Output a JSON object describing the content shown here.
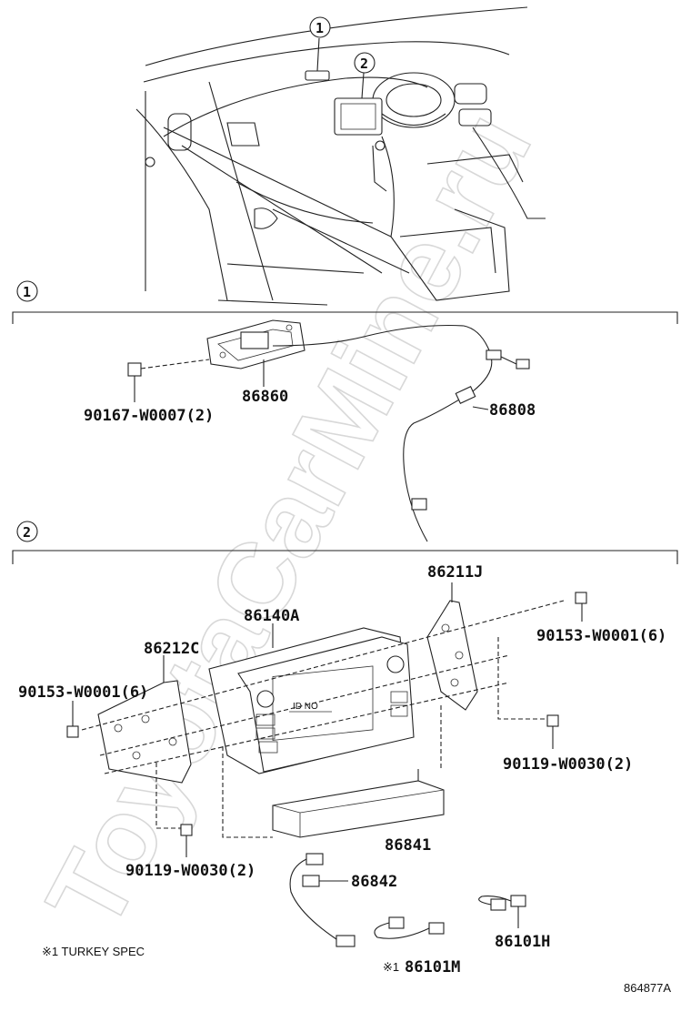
{
  "watermark": "ToyotaCarMine.ru",
  "sections": [
    {
      "callout": "1"
    },
    {
      "callout": "2"
    }
  ],
  "overview_callouts": [
    "1",
    "2"
  ],
  "parts": {
    "p86860": "86860",
    "p90167": "90167-W0007(2)",
    "p86808": "86808",
    "p86211J": "86211J",
    "p86140A": "86140A",
    "p86212C": "86212C",
    "p90153_right": "90153-W0001(6)",
    "p90153_left": "90153-W0001(6)",
    "p90119_right": "90119-W0030(2)",
    "p90119_left": "90119-W0030(2)",
    "p86841": "86841",
    "p86842": "86842",
    "p86101H": "86101H",
    "p86101M_mark": "※1",
    "p86101M": "86101M"
  },
  "id_no_label": "ID NO",
  "footnote": "※1 TURKEY SPEC",
  "figure_code": "864877A"
}
